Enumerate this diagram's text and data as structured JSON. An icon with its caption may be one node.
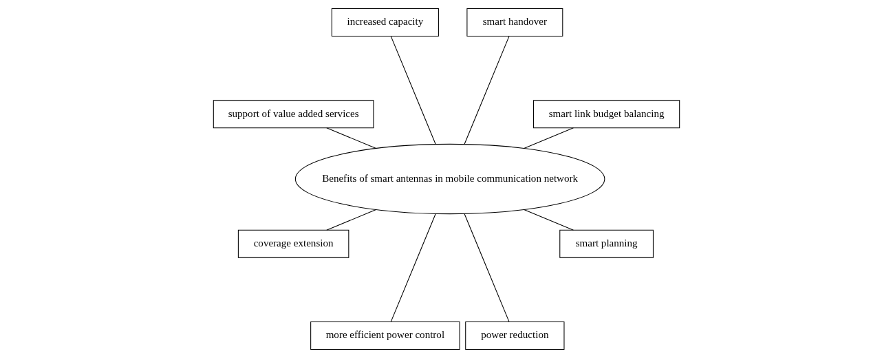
{
  "diagram": {
    "nodes": [
      {
        "text": [
          "Benefits of smart antennas in mobile communication network"
        ]
      },
      {
        "text": [
          "smart link budget balancing"
        ]
      },
      {
        "text": [
          "smart handover"
        ]
      },
      {
        "text": [
          "increased capacity"
        ]
      },
      {
        "text": [
          "support of value added services"
        ]
      },
      {
        "text": [
          "coverage extension"
        ]
      },
      {
        "text": [
          "more efficient power control"
        ]
      },
      {
        "text": [
          "power reduction"
        ]
      },
      {
        "text": [
          "smart planning"
        ]
      }
    ],
    "edges": [
      {
        "from": 0,
        "to": 1,
        "arrow": "none"
      },
      {
        "from": 0,
        "to": 2,
        "arrow": "none"
      },
      {
        "from": 0,
        "to": 3,
        "arrow": "none"
      },
      {
        "from": 0,
        "to": 4,
        "arrow": "none"
      },
      {
        "from": 0,
        "to": 5,
        "arrow": "none"
      },
      {
        "from": 0,
        "to": 6,
        "arrow": "none"
      },
      {
        "from": 0,
        "to": 7,
        "arrow": "none"
      },
      {
        "from": 0,
        "to": 8,
        "arrow": "none"
      }
    ]
  }
}
